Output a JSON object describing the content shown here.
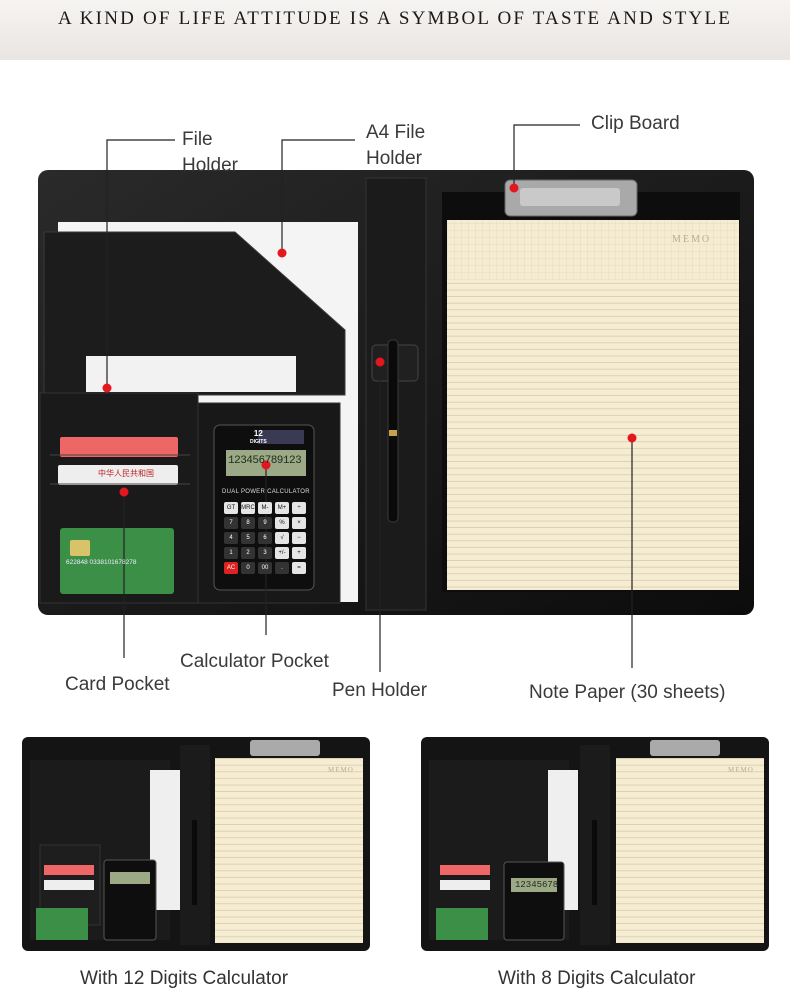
{
  "banner": {
    "text": "A KIND OF LIFE ATTITUDE IS A SYMBOL OF TASTE AND STYLE"
  },
  "labels": {
    "file_holder": [
      "File",
      "Holder"
    ],
    "a4_file_holder": [
      "A4 File",
      "Holder"
    ],
    "clip_board": "Clip Board",
    "calculator_pocket": "Calculator Pocket",
    "card_pocket": "Card Pocket",
    "pen_holder": "Pen Holder",
    "note_paper": "Note Paper (30 sheets)"
  },
  "product": {
    "memo_header": "MEMO",
    "calculator_12": {
      "digits_badge": [
        "12",
        "DIGITS"
      ],
      "display": "123456789123",
      "model": "DUAL POWER CALCULATOR",
      "keys": [
        "GT",
        "MRC",
        "M-",
        "M+",
        "÷",
        "7",
        "8",
        "9",
        "%",
        "×",
        "4",
        "5",
        "6",
        "√",
        "−",
        "1",
        "2",
        "3",
        "+/-",
        "+",
        "AC",
        "0",
        "00",
        ".",
        "="
      ]
    },
    "calculator_8": {
      "display": "12345678"
    },
    "card_labels": [
      "中华人民共和国"
    ],
    "card_number": "622848 0338101678278"
  },
  "captions": {
    "left": "With 12 Digits Calculator",
    "right": "With 8 Digits Calculator"
  },
  "colors": {
    "marker": "#e3171d",
    "leather": "#141414",
    "paper": "#f6ecd2"
  }
}
